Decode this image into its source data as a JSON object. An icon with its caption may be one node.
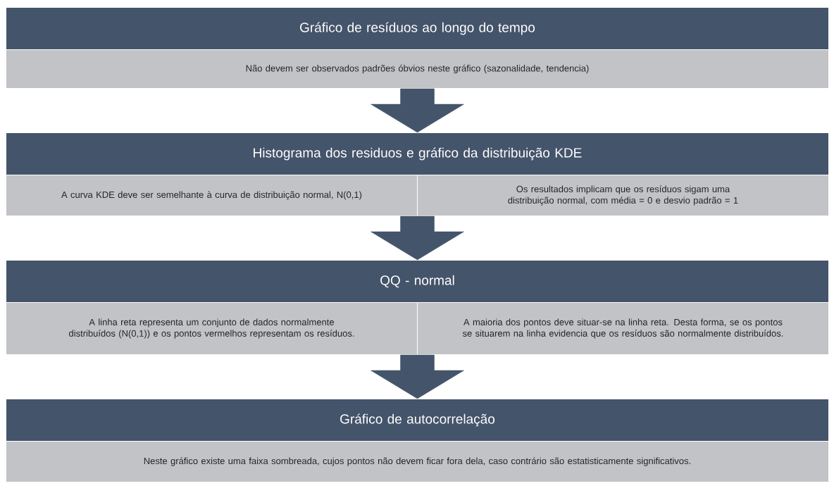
{
  "diagram": {
    "nodes": [
      {
        "text": [
          "Gráfico de resíduos ao longo do tempo"
        ]
      },
      {
        "text": [
          "Não devem ser observados padrões óbvios neste gráfico (sazonalidade, tendencia)"
        ]
      },
      {
        "text": [
          "Histograma dos residuos e gráfico da distribuição KDE"
        ]
      },
      {
        "text": [
          "A curva KDE deve ser semelhante à curva de distribuição normal, N(0,1)"
        ]
      },
      {
        "text": [
          "Os resultados implicam que os resíduos sigam uma distribuição normal, com média = 0 e desvio padrão = 1"
        ]
      },
      {
        "text": [
          "QQ - normal"
        ]
      },
      {
        "text": [
          "A linha reta representa um conjunto de dados normalmente distribuídos (N(0,1)) e os pontos vermelhos representam os resíduos."
        ]
      },
      {
        "text": [
          "A maioria dos pontos deve situar-se na linha reta. Desta forma, se os pontos se situarem na linha evidencia que os resíduos são normalmente distribuídos."
        ]
      },
      {
        "text": [
          "Gráfico de autocorrelação"
        ]
      },
      {
        "text": [
          "Neste gráfico existe uma faixa sombreada, cujos pontos não devem ficar fora dela, caso contrário são estatisticamente significativos."
        ]
      }
    ],
    "edges": [
      {
        "from": 1,
        "to": 2,
        "arrow": "to"
      },
      {
        "from": 3,
        "to": 5,
        "arrow": "to"
      },
      {
        "from": 4,
        "to": 5,
        "arrow": "to"
      },
      {
        "from": 6,
        "to": 8,
        "arrow": "to"
      },
      {
        "from": 7,
        "to": 8,
        "arrow": "to"
      }
    ]
  }
}
